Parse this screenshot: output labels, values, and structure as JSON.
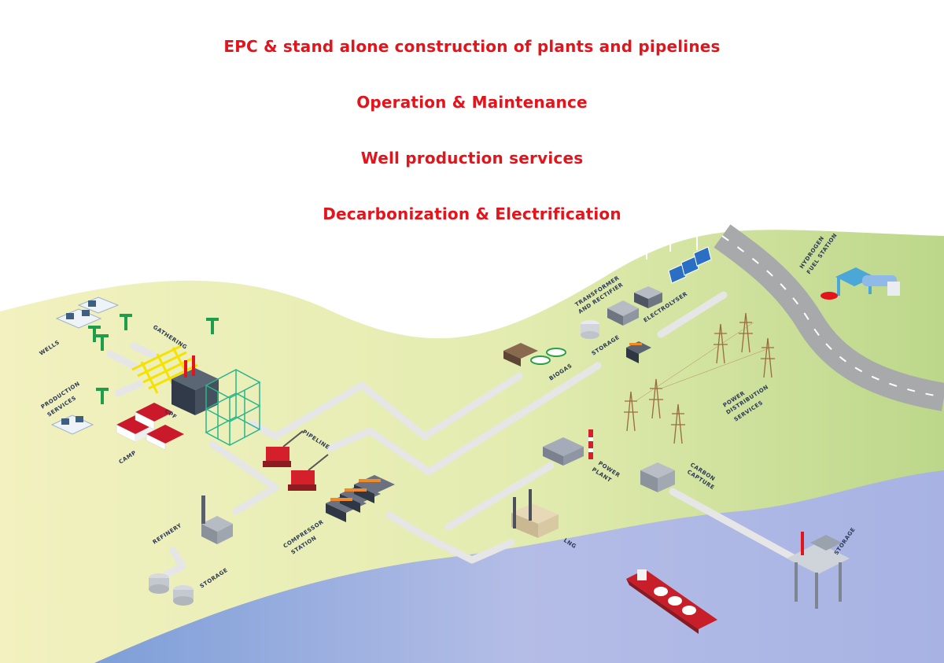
{
  "headlines": [
    "EPC & stand alone construction of plants and pipelines",
    "Operation & Maintenance",
    "Well production services",
    "Decarbonization & Electrification"
  ],
  "labels": {
    "wells": "WELLS",
    "gathering": "GATHERING",
    "production_services_1": "PRODUCTION",
    "production_services_2": "SERVICES",
    "cpf": "CPF",
    "camp": "CAMP",
    "pipeline": "PIPELINE",
    "refinery": "REFINERY",
    "storage_refinery": "STORAGE",
    "compressor_1": "COMPRESSOR",
    "compressor_2": "STATION",
    "lng": "LNG",
    "power_plant_1": "POWER",
    "power_plant_2": "PLANT",
    "carbon_capture_1": "CARBON",
    "carbon_capture_2": "CAPTURE",
    "storage_offshore": "STORAGE",
    "biogas": "BIOGAS",
    "storage_h2": "STORAGE",
    "transformer_1": "TRANSFORMER",
    "transformer_2": "AND RECTIFIER",
    "electrolyser": "ELECTROLYSER",
    "power_distribution_1": "POWER",
    "power_distribution_2": "DISTRIBUTION",
    "power_distribution_3": "SERVICES",
    "hydrogen_1": "HYDROGEN",
    "hydrogen_2": "FUEL STATION"
  },
  "colors": {
    "accent_red": "#e3141b",
    "label_navy": "#2d3a55",
    "land_light": "#eef0b8",
    "land_green": "#c8dd93",
    "sea_blue": "#aab6e6",
    "road_grey": "#a7a9ab",
    "pipe_grey": "#e6e6e6",
    "well_green": "#1e9e4a",
    "scaffold_teal": "#2bb58c"
  }
}
